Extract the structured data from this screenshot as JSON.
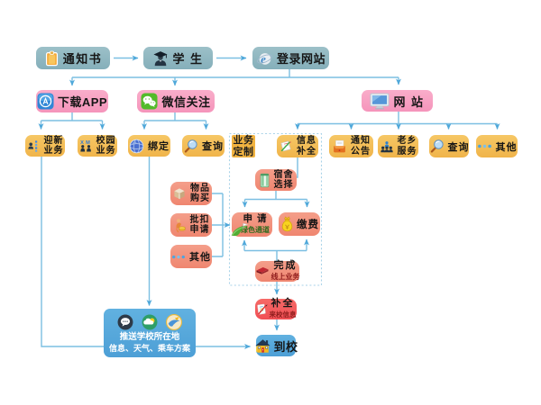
{
  "nodes": {
    "notice": {
      "label": "通知书"
    },
    "student": {
      "label": "学 生"
    },
    "login_site": {
      "label": "登录网站"
    },
    "download_app": {
      "label": "下载APP"
    },
    "wechat_follow": {
      "label": "微信关注"
    },
    "website": {
      "label": "网 站"
    },
    "welcome_biz": {
      "line1": "迎新",
      "line2": "业务"
    },
    "campus_biz": {
      "line1": "校园",
      "line2": "业务"
    },
    "bind": {
      "label": "绑定"
    },
    "wechat_query": {
      "label": "查询"
    },
    "biz_custom": {
      "line1": "业务",
      "line2": "定制"
    },
    "info_complete": {
      "line1": "信息",
      "line2": "补全"
    },
    "notice_announce": {
      "line1": "通知",
      "line2": "公告"
    },
    "hometown_service": {
      "line1": "老乡",
      "line2": "服务"
    },
    "web_query": {
      "label": "查询"
    },
    "web_other": {
      "label": "其他"
    },
    "goods_purchase": {
      "line1": "物品",
      "line2": "购买"
    },
    "batch_deduction": {
      "line1": "批扣",
      "line2": "申请"
    },
    "app_other": {
      "label": "其他"
    },
    "dorm_select": {
      "line1": "宿舍",
      "line2": "选择"
    },
    "green_channel": {
      "line1": "申 请",
      "line2": "绿色通道"
    },
    "pay_fee": {
      "label": "缴费"
    },
    "finish_online": {
      "line1": "完成",
      "line2": "线上业务"
    },
    "complete_arrival": {
      "line1": "补全",
      "line2": "来校信息"
    },
    "arrive_school": {
      "label": "到校"
    },
    "push_info": {
      "line1": "推送学校所在地",
      "line2": "信息、天气、乘车方案"
    }
  },
  "colors": {
    "teal_box": "#8db6c0",
    "pink_box": "#f79fc1",
    "orange_box": "#f4bd55",
    "label_yellow": "#f1b341",
    "salmon_box": "#f2907b",
    "red_box": "#f4595c",
    "blue_box": "#58a9dc",
    "connector": "#7cbfe2",
    "arrowhead": "#4fa8da",
    "dashed_border": "#a8d2e8",
    "green_text": "#2e6b1e",
    "dark_red_text": "#8f1d1d"
  }
}
